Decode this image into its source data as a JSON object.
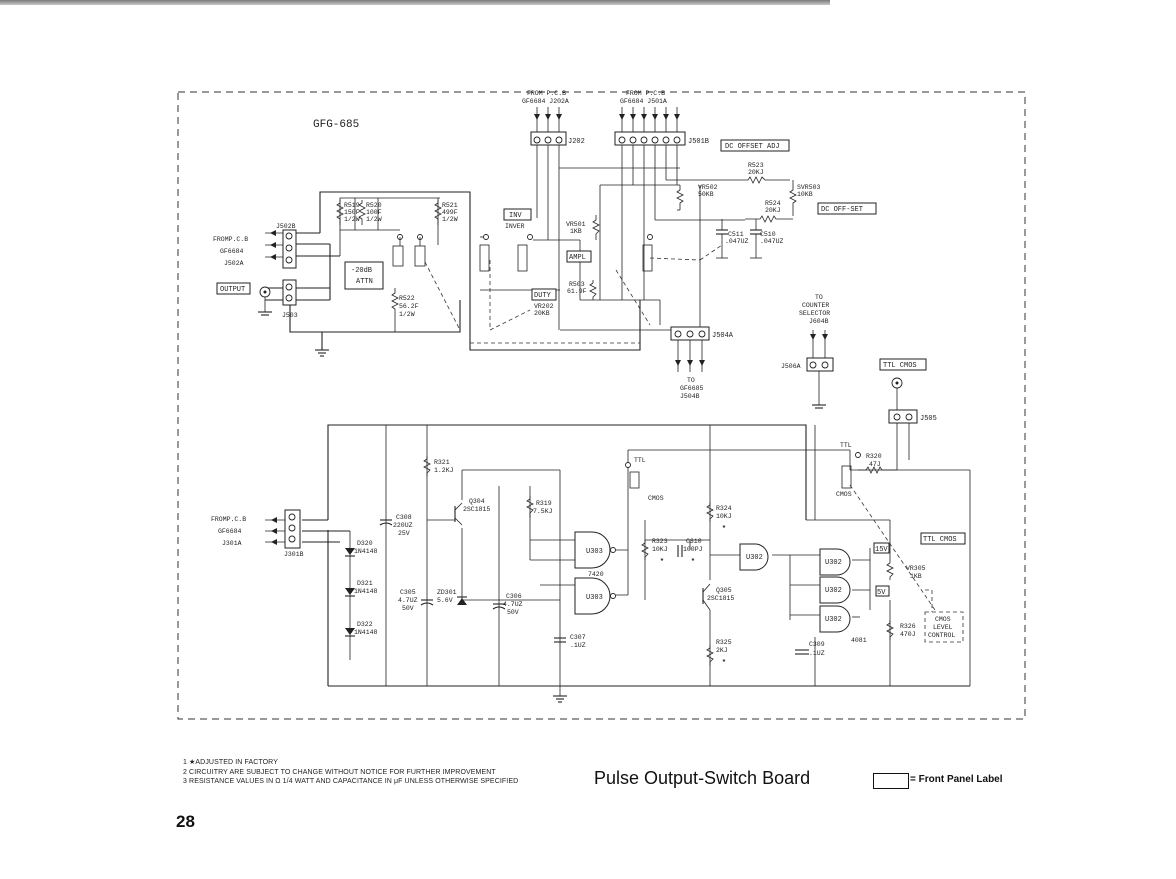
{
  "board_name": "GFG-685",
  "title": "Pulse Output-Switch Board",
  "page_number": "28",
  "legend": {
    "label": "= Front Panel Label"
  },
  "notes": [
    "1  ★ADJUSTED IN FACTORY",
    "2  CIRCUITRY ARE SUBJECT TO CHANGE WITHOUT NOTICE FOR FURTHER IMPROVEMENT",
    "3  RESISTANCE VALUES IN Ω 1/4 WATT AND CAPACITANCE IN μF UNLESS OTHERWISE SPECIFIED"
  ],
  "connectors": {
    "from_j202a": [
      "FROM P.C.B",
      "GF6684  J202A"
    ],
    "from_j501a": [
      "FROM P.C.B",
      "GF6684  J501A"
    ],
    "j202": "J202",
    "j501b": "J501B",
    "j502b": "J502B",
    "from_j502a": [
      "FROMP.C.B",
      "GF6684",
      "J502A"
    ],
    "j503": "J503",
    "j504a": "J504A",
    "to_j504b": [
      "TO",
      "GF6685",
      "J504B"
    ],
    "to_counter": [
      "TO",
      "COUNTER",
      "SELECTOR",
      "J604B"
    ],
    "j506a": "J506A",
    "j505": "J505",
    "from_j301a": [
      "FROMP.C.B",
      "GF6684",
      "J301A"
    ],
    "j301b": "J301B"
  },
  "panel_labels": {
    "output": "OUTPUT",
    "inv": "INV",
    "ampl": "AMPL",
    "duty": "DUTY",
    "dc_offset_adj": "DC OFFSET ADJ",
    "dc_offset": "DC OFF-SET",
    "ttl_cmos_top": "TTL CMOS",
    "ttl_cmos_right": "TTL CMOS",
    "v15": "15V",
    "v5": "5V",
    "cmos_level": [
      "CMOS",
      "LEVEL",
      "CONTROL"
    ]
  },
  "components": {
    "r519": [
      "R519",
      "150F",
      "1/2W"
    ],
    "r520": [
      "R520",
      "100F",
      "1/2W"
    ],
    "r521": [
      "R521",
      "499F",
      "1/2W"
    ],
    "r522": [
      "R522",
      "56.2F",
      "1/2W"
    ],
    "attn": [
      "-20dB",
      "ATTN"
    ],
    "inver": "INVER",
    "vr501": [
      "VR501",
      "1KB"
    ],
    "r503": [
      "R503",
      "61.9F"
    ],
    "vr202": [
      "VR202",
      "20KB"
    ],
    "vr502": [
      "VR502",
      "50KB"
    ],
    "svr503": [
      "SVR503",
      "10KB"
    ],
    "r523": [
      "R523",
      "20KJ"
    ],
    "r524": [
      "R524",
      "20KJ"
    ],
    "c511": [
      "C511",
      ".047UZ"
    ],
    "c510": [
      "C510",
      ".047UZ"
    ],
    "r321": [
      "R321",
      "1.2KJ"
    ],
    "q304": [
      "Q304",
      "2SC1815"
    ],
    "r319": [
      "R319",
      "7.5KJ"
    ],
    "c308": [
      "C308",
      "220UZ",
      "25V"
    ],
    "d320": [
      "D320",
      "1N4148"
    ],
    "d321": [
      "D321",
      "1N4148"
    ],
    "d322": [
      "D322",
      "1N4148"
    ],
    "c305": [
      "C305",
      "4.7UZ",
      "50V"
    ],
    "zd301": [
      "ZD301",
      "5.6V"
    ],
    "c306": [
      "C306",
      "4.7UZ",
      "50V"
    ],
    "c307": [
      "C307",
      ".1UZ"
    ],
    "ic7420": "7420",
    "u303a": "U303",
    "u303b": "U303",
    "r323": [
      "R323",
      "10KJ"
    ],
    "c310": [
      "C310",
      "100PJ"
    ],
    "r324": [
      "R324",
      "10KJ"
    ],
    "q305": [
      "Q305",
      "2SC1815"
    ],
    "r325": [
      "R325",
      "2KJ"
    ],
    "u302a": "U302",
    "u302b": "U302",
    "u302c": "U302",
    "u302d": "U302",
    "ic4081": "4081",
    "c309": [
      "C309",
      ".1UZ"
    ],
    "r320": [
      "R320",
      "47J"
    ],
    "vr305": [
      "VR305",
      "1KB"
    ],
    "r326": [
      "R326",
      "470J"
    ],
    "ttl": "TTL",
    "cmos": "CMOS",
    "ttl2": "TTL",
    "cmos2": "CMOS",
    "star": "★"
  }
}
